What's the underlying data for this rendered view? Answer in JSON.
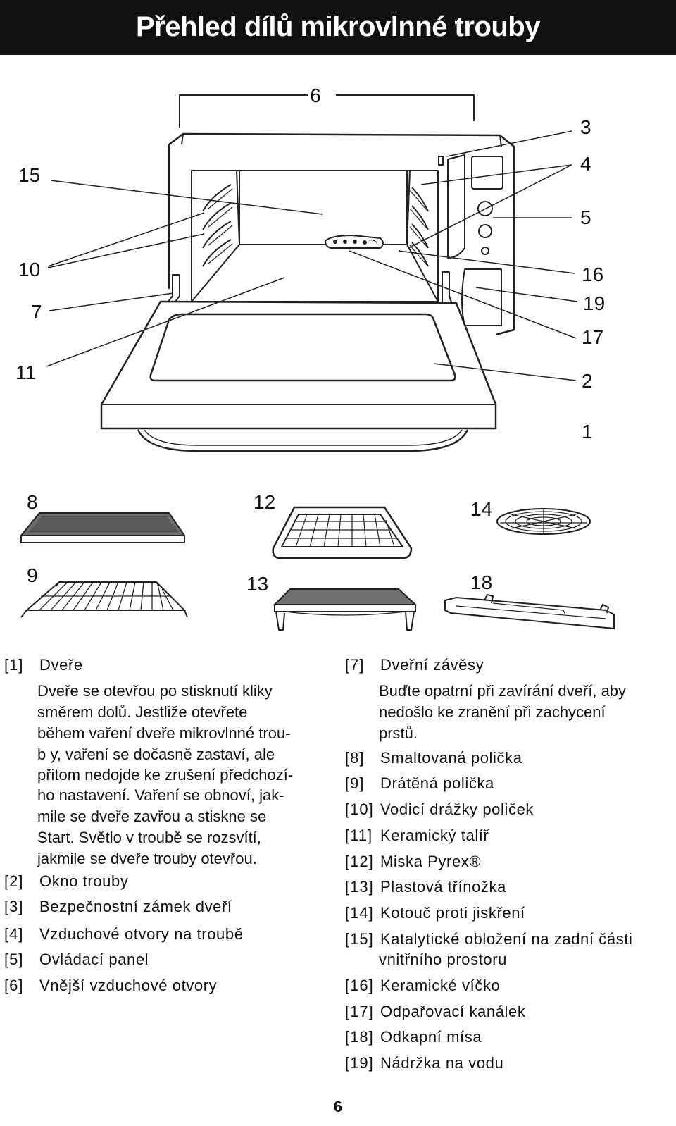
{
  "title": "Přehled dílů mikrovlnné trouby",
  "callouts": {
    "c6": "6",
    "c3": "3",
    "c15": "15",
    "c4": "4",
    "c5": "5",
    "c10": "10",
    "c16": "16",
    "c7": "7",
    "c19": "19",
    "c17": "17",
    "c11": "11",
    "c2": "2",
    "c1": "1",
    "c8": "8",
    "c12": "12",
    "c14": "14",
    "c9": "9",
    "c13": "13",
    "c18": "18"
  },
  "legend_left": [
    {
      "num": "[1]",
      "label": "Dveře"
    },
    {
      "num": "[2]",
      "label": "Okno trouby"
    },
    {
      "num": "[3]",
      "label": "Bezpečnostní zámek dveří"
    },
    {
      "num": "[4]",
      "label": "Vzduchové otvory na troubě"
    },
    {
      "num": "[5]",
      "label": "Ovládací panel"
    },
    {
      "num": "[6]",
      "label": "Vnější vzduchové otvory"
    }
  ],
  "door_description": [
    "Dveře se otevřou po stisknutí kliky",
    "směrem dolů. Jestliže otevřete",
    "během vaření dveře mikrovlnné trou-",
    "b y, vaření se dočasně zastaví, ale",
    "přitom nedojde ke zrušení předchozí-",
    "ho nastavení. Vaření se obnoví, jak-",
    "mile se dveře zavřou a stiskne se",
    "Start. Světlo v troubě se rozsvítí,",
    "jakmile se dveře trouby otevřou."
  ],
  "legend_right": [
    {
      "num": "[7]",
      "label": "Dveřní závěsy"
    },
    {
      "num": "[8]",
      "label": "Smaltovaná polička"
    },
    {
      "num": "[9]",
      "label": "Drátěná polička"
    },
    {
      "num": "[10]",
      "label": "Vodicí drážky poliček"
    },
    {
      "num": "[11]",
      "label": "Keramický talíř"
    },
    {
      "num": "[12]",
      "label": "Miska Pyrex®"
    },
    {
      "num": "[13]",
      "label": "Plastová třínožka"
    },
    {
      "num": "[14]",
      "label": "Kotouč proti jiskření"
    },
    {
      "num": "[15]",
      "label": "Katalytické obložení na zadní části"
    },
    {
      "num": "[16]",
      "label": "Keramické víčko"
    },
    {
      "num": "[17]",
      "label": "Odpařovací kanálek"
    },
    {
      "num": "[18]",
      "label": "Odkapní mísa"
    },
    {
      "num": "[19]",
      "label": "Nádržka na vodu"
    }
  ],
  "hinge_description": [
    "Buďte opatrní při zavírání dveří, aby",
    "nedošlo ke zranění při zachycení",
    "prstů."
  ],
  "item15_continuation": "vnitřního prostoru",
  "page_number": "6"
}
